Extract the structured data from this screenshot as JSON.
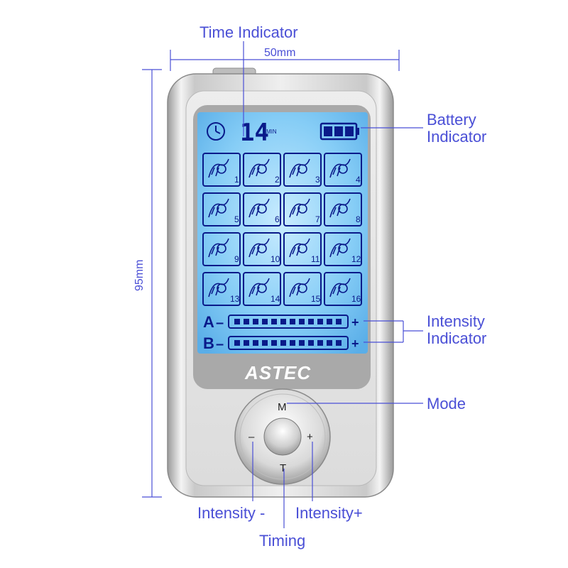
{
  "callouts": {
    "time_indicator": "Time Indicator",
    "battery_line1": "Battery",
    "battery_line2": "Indicator",
    "intensity_line1": "Intensity",
    "intensity_line2": "Indicator",
    "mode": "Mode",
    "intensity_minus": "Intensity -",
    "intensity_plus": "Intensity+",
    "timing": "Timing"
  },
  "dimensions": {
    "width": "50mm",
    "height": "95mm"
  },
  "device": {
    "brand": "ASTEC",
    "timer_value": "14",
    "timer_unit": "MIN",
    "battery_bars": 3,
    "channel_a_label": "A",
    "channel_b_label": "B",
    "minus_sign": "–",
    "plus_sign": "+",
    "intensity_segments": 12,
    "program_numbers": [
      "1",
      "2",
      "3",
      "4",
      "5",
      "6",
      "7",
      "8",
      "9",
      "10",
      "11",
      "12",
      "13",
      "14",
      "15",
      "16"
    ],
    "buttons": {
      "mode": "M",
      "timing": "T",
      "minus": "–",
      "plus": "+"
    }
  },
  "colors": {
    "accent": "#4a4fd6",
    "screen": "#7ec8f5",
    "lcd_ink": "#0a1a8a"
  }
}
